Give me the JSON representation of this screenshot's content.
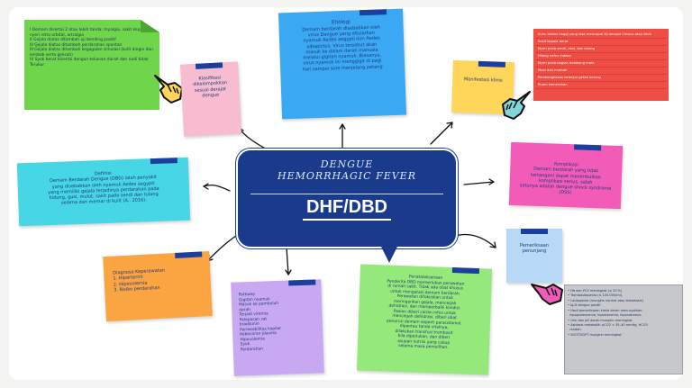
{
  "center": {
    "title_line1": "DENGUE",
    "title_line2": "HEMORRHAGIC FEVER",
    "abbreviation": "DHF/DBD"
  },
  "notes": {
    "klasifikasi": {
      "items": [
        "I Demam disertai 2 atau lebih tanda: myalgia, sakit kepala, nyeri retro orbital, artralgia",
        "II Gejala diatas ditambah uji bending positif",
        "III Gejala diatas ditambah perdarahan spontan",
        "III Gejala diatas ditambah kegagalan sirkulasi (kulit dingin dan lembab serta gelisah)",
        "IV Syok berat disertai dengan tekanan darah dan nadi tidak Terukur"
      ]
    },
    "klasifikasi_label": {
      "lines": [
        "Klasifikasi",
        "dikelompokkan",
        "sesuai derajat",
        "dengue"
      ]
    },
    "etiologi": {
      "title": "Etiologi",
      "lines": [
        "Demam berdarah disebabkan oleh",
        "virus Dengue yang ditularkan",
        "nyamuk Aedes aegypti dan Aedes",
        "albopictus. Virus tersebut akan",
        "masuk ke dalam darah manusia",
        "melalui gigitan nyamuk. Biasanya,",
        "virus nyamuk ini menggigit di pagi",
        "hari sampai sore menjelang petang"
      ]
    },
    "manifestasi": {
      "title": "Manifestasi klinis",
      "items": [
        "Suhu badan tinggi yang bisa mencapai 40 derajat Celsius atau lebih",
        "Sakit kepala berat",
        "Nyeri pada sendi, otot, dan tulang",
        "Hilang nafsu makan",
        "Nyeri pada bagian belakang mata",
        "Mual dan muntah",
        "Pembengkakan kelenjar getah bening",
        "Ruam kemerahan"
      ]
    },
    "komplikasi": {
      "title": "Komplikasi",
      "lines": [
        "Demam berdarah yang tidak",
        "tertangani dapat menimbulkan",
        "komplikasi serius, salah",
        "satunya adalah dengue shock syndrome (DSS)"
      ]
    },
    "definisi": {
      "title": "Definisi",
      "lines": [
        "Demam Berdarah Dengue (DBD) ialah penyakit",
        "yang disebabkan oleh nyamuk Aedes aegypti",
        "yang memiliki gejala terjadinya perdarahan pada",
        "hidung, gusi, mulut, sakit pada sendi dan tulang",
        "selama dan memar di kulit (A., 2016)."
      ]
    },
    "pemeriksaan": {
      "title": "Pemeriksaan",
      "title2": "penunjang",
      "items": [
        "Hb dan PCV meningkat (≥ 20 %)",
        "Trombositopenia (≤ 100.000/ml).",
        "Leukopenia (mungkin normal atau lekositosis)",
        "Ig.D dengue positif",
        "Hasil pemeriksaan kimia darah menunjukkan:",
        "hipoproteinemia, hipokloremia, hiponatremia.",
        "Urin dan pH darah mungkin meningkat.",
        "Asidosis metabolik: pCO2 < 35–40 mmHg, HCO3",
        "rendah.",
        "SGOT/SGPT mungkin meningkat"
      ]
    },
    "diagnosa": {
      "title": "Diagnosa Keperawatan",
      "items": [
        "1. Hipertermi",
        "2. Hipovolemia",
        "3. Risiko perdarahan"
      ]
    },
    "pathway": {
      "title": "Pathway",
      "lines": [
        "Gigitan nyamuk",
        "Masuk ke pembuluh",
        "darah",
        "Terjadi viremia",
        "Pelepasan zat",
        "bradikinin",
        "Permeabilitas kapiler",
        "Kebocoran plasma",
        "Hipovolemia",
        "Syok",
        "Perdarahan"
      ]
    },
    "penatalaksanaan": {
      "title": "Penatalaksanaan",
      "lines": [
        "Penderita DBD memerlukan perawatan",
        "di rumah sakit. Tidak ada obat khusus",
        "untuk mengatasi demam berdarah.",
        "Perawatan difokuskan untuk",
        "meringankan gejala, mencegah",
        "dehidrasi, dan memperbaiki kondisi.",
        "Pasien diberi cairan infus untuk",
        "mencegah dehidrasi, diberi obat",
        "penurun demam seperti paracetamol,",
        "dipantau tanda vitalnya,",
        "dilakukan transfusi trombosit",
        "bila diperlukan, dan diberi",
        "asupan nutrisi yang cukup",
        "selama masa pemulihan."
      ]
    }
  },
  "colors": {
    "navy": "#1a3a8c",
    "green": "#6fd64b",
    "pink": "#f7bcd0",
    "blue": "#3aa8f2",
    "yellow": "#ffd65a",
    "red": "#f04d45",
    "magenta": "#f25bb8",
    "cyan": "#46d6e6",
    "lightblue": "#b7d9f7",
    "orange": "#fba442",
    "lavender": "#c9a8f2",
    "lime": "#95e87a",
    "gray": "#c6c8cc"
  }
}
